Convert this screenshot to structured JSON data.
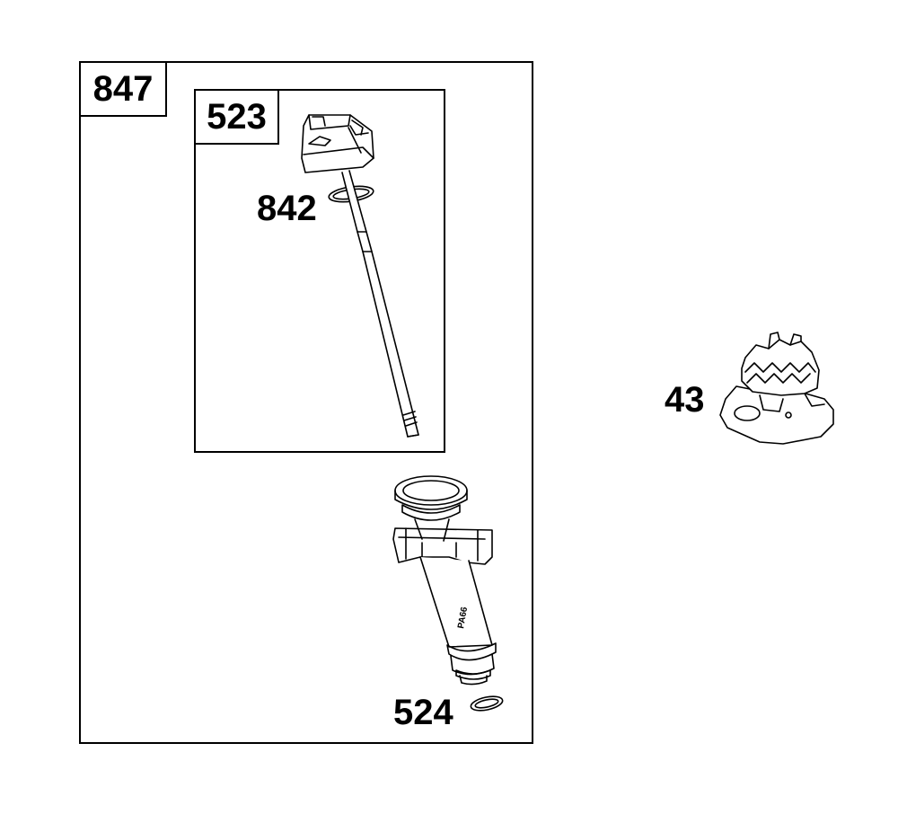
{
  "diagram": {
    "kit_label": "847",
    "dipstick_assembly_label": "523",
    "o_ring_cap_label": "842",
    "o_ring_tube_label": "524",
    "governor_label": "43",
    "dipstick_marking": "PA66"
  },
  "colors": {
    "line": "#000000",
    "background": "#ffffff"
  }
}
